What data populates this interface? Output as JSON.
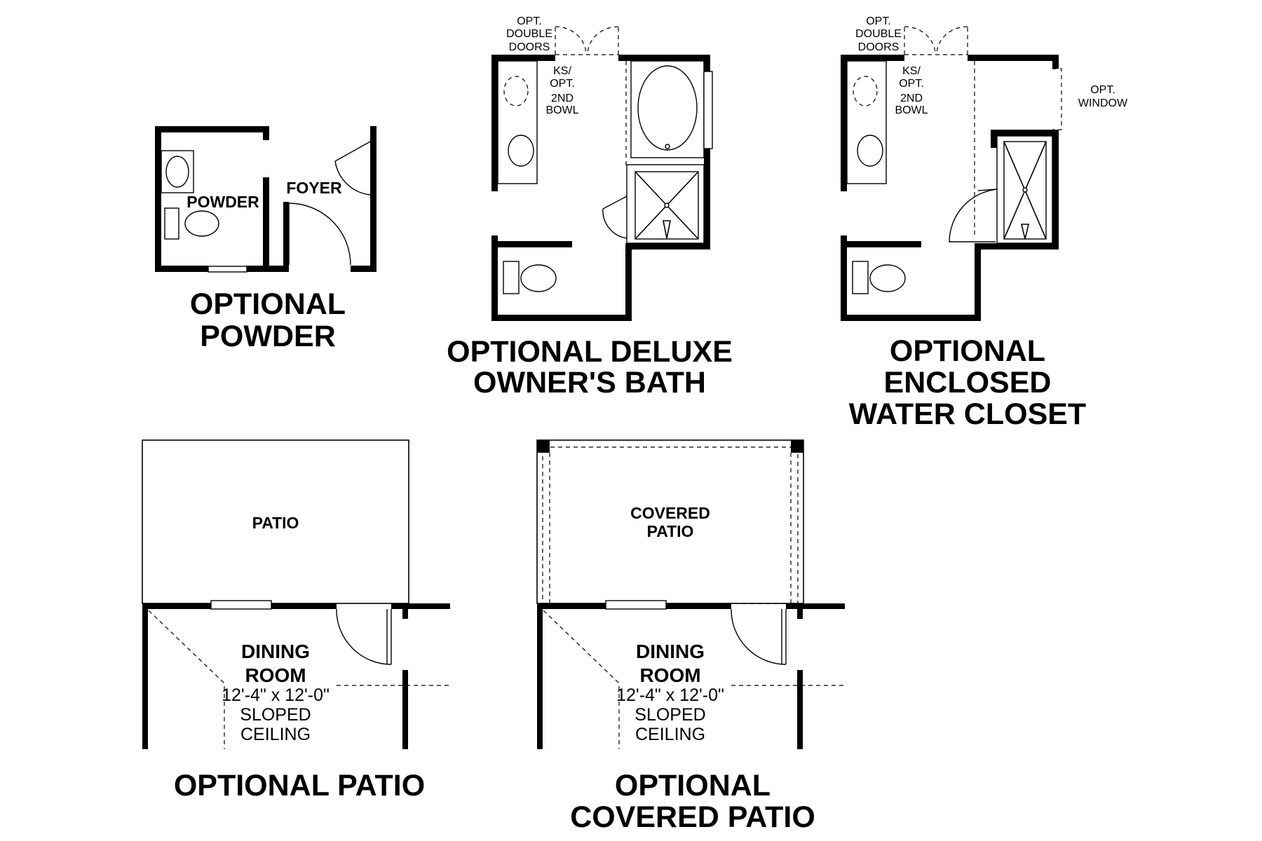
{
  "powder": {
    "title_line1": "OPTIONAL",
    "title_line2": "POWDER",
    "room_powder": "POWDER",
    "room_foyer": "FOYER"
  },
  "deluxe_bath": {
    "title_line1": "OPTIONAL DELUXE",
    "title_line2": "OWNER'S BATH",
    "doors_note": [
      "OPT.",
      "DOUBLE",
      "DOORS"
    ],
    "bowl_note": [
      "KS/",
      "OPT.",
      "2ND",
      "BOWL"
    ]
  },
  "water_closet": {
    "title_line1": "OPTIONAL",
    "title_line2": "ENCLOSED",
    "title_line3": "WATER CLOSET",
    "doors_note": [
      "OPT.",
      "DOUBLE",
      "DOORS"
    ],
    "bowl_note": [
      "KS/",
      "OPT.",
      "2ND",
      "BOWL"
    ],
    "window_note": [
      "OPT.",
      "WINDOW"
    ]
  },
  "patio": {
    "title": "OPTIONAL PATIO",
    "room_patio": "PATIO",
    "dining_line1": "DINING",
    "dining_line2": "ROOM",
    "dimensions": "12'-4\" x 12'-0\"",
    "ceiling_line1": "SLOPED",
    "ceiling_line2": "CEILING"
  },
  "covered_patio": {
    "title_line1": "OPTIONAL",
    "title_line2": "COVERED PATIO",
    "room_line1": "COVERED",
    "room_line2": "PATIO",
    "dining_line1": "DINING",
    "dining_line2": "ROOM",
    "dimensions": "12'-4\" x 12'-0\"",
    "ceiling_line1": "SLOPED",
    "ceiling_line2": "CEILING"
  }
}
